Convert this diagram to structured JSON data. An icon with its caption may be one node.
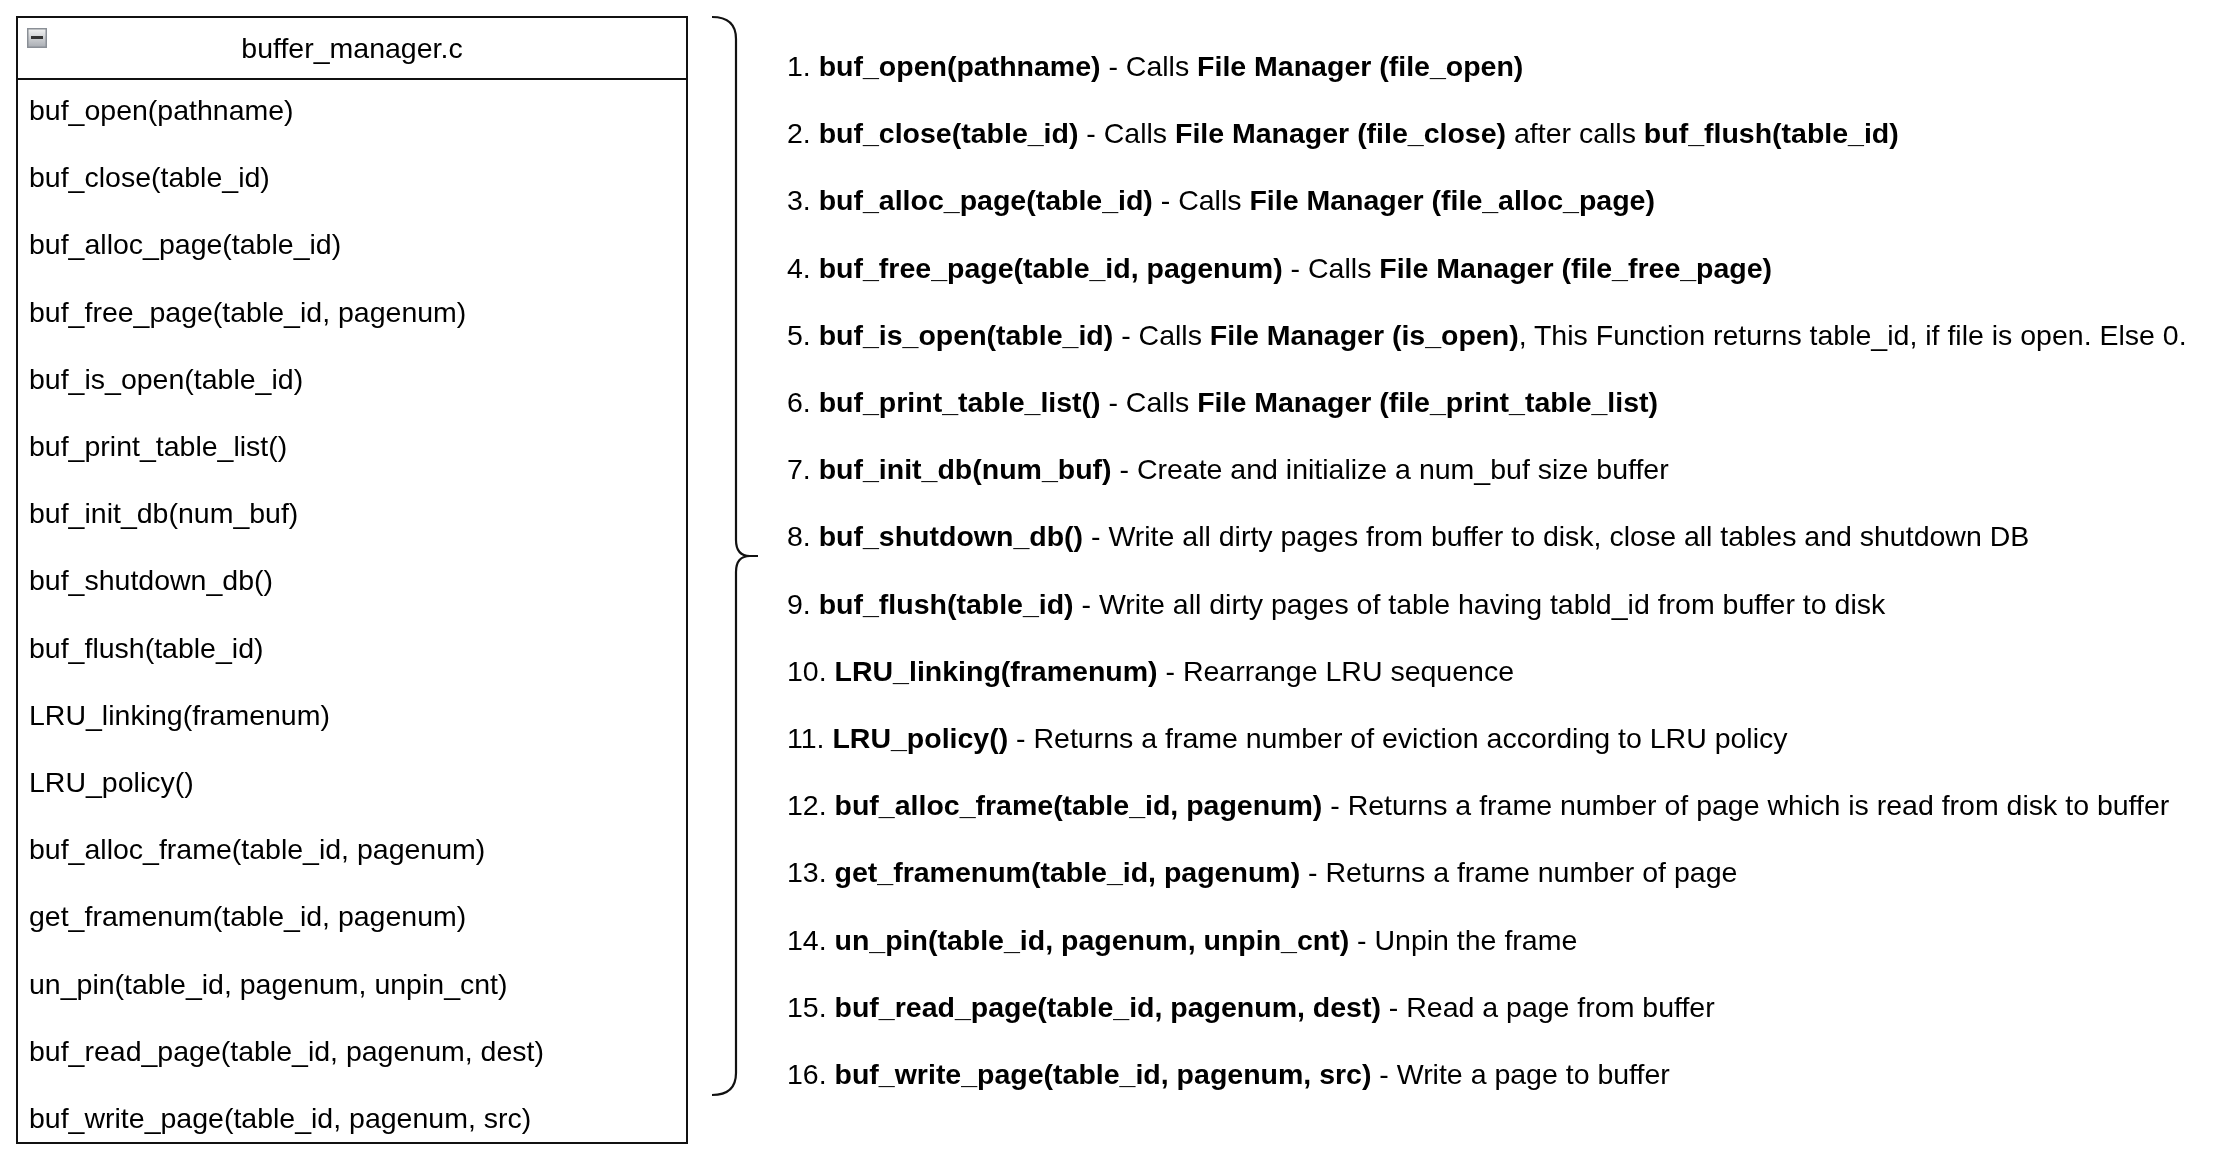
{
  "diagram": {
    "nodes": [
      {
        "text": [
          "buffer_manager.c",
          "buf_open(pathname)",
          "buf_close(table_id)",
          "buf_alloc_page(table_id)",
          "buf_free_page(table_id, pagenum)",
          "buf_is_open(table_id)",
          "buf_print_table_list()",
          "buf_init_db(num_buf)",
          "buf_shutdown_db()",
          "buf_flush(table_id)",
          "LRU_linking(framenum)",
          "LRU_policy()",
          "buf_alloc_frame(table_id, pagenum)",
          "get_framenum(table_id, pagenum)",
          "un_pin(table_id, pagenum, unpin_cnt)",
          "buf_read_page(table_id, pagenum, dest)",
          "buf_write_page(table_id, pagenum, src)"
        ]
      }
    ],
    "labels": [
      "1. **buf_open(pathname)** - Calls **File Manager (file_open)**",
      "2. **buf_close(table_id)** - Calls **File Manager (file_close)** after calls **buf_flush(table_id)**",
      "3. **buf_alloc_page(table_id)** - Calls **File Manager (file_alloc_page)**",
      "4. **buf_free_page(table_id, pagenum)** - Calls **File Manager (file_free_page)**",
      "5. **buf_is_open(table_id)** - Calls **File Manager (is_open)**, This Function returns table_id, if file is open. Else 0.",
      "6. **buf_print_table_list()** - Calls **File Manager (file_print_table_list)**",
      "7. **buf_init_db(num_buf)** - Create and initialize a num_buf size buffer",
      "8. **buf_shutdown_db()** - Write all dirty pages from buffer to disk, close all tables and shutdown DB",
      "9. **buf_flush(table_id)** - Write all dirty pages of table having tabld_id from buffer to disk",
      "10. **LRU_linking(framenum)** - Rearrange LRU sequence",
      "11. **LRU_policy()** - Returns a frame number of eviction according to LRU policy",
      "12. **buf_alloc_frame(table_id, pagenum)** - Returns a frame number of page which is read from disk to buffer",
      "13. **get_framenum(table_id, pagenum)** - Returns a frame number of page",
      "14. **un_pin(table_id, pagenum, unpin_cnt)** - Unpin the frame",
      "15. **buf_read_page(table_id, pagenum, dest)** - Read a page from buffer",
      "16. **buf_write_page(table_id, pagenum, src)** - Write a page to buffer"
    ]
  }
}
